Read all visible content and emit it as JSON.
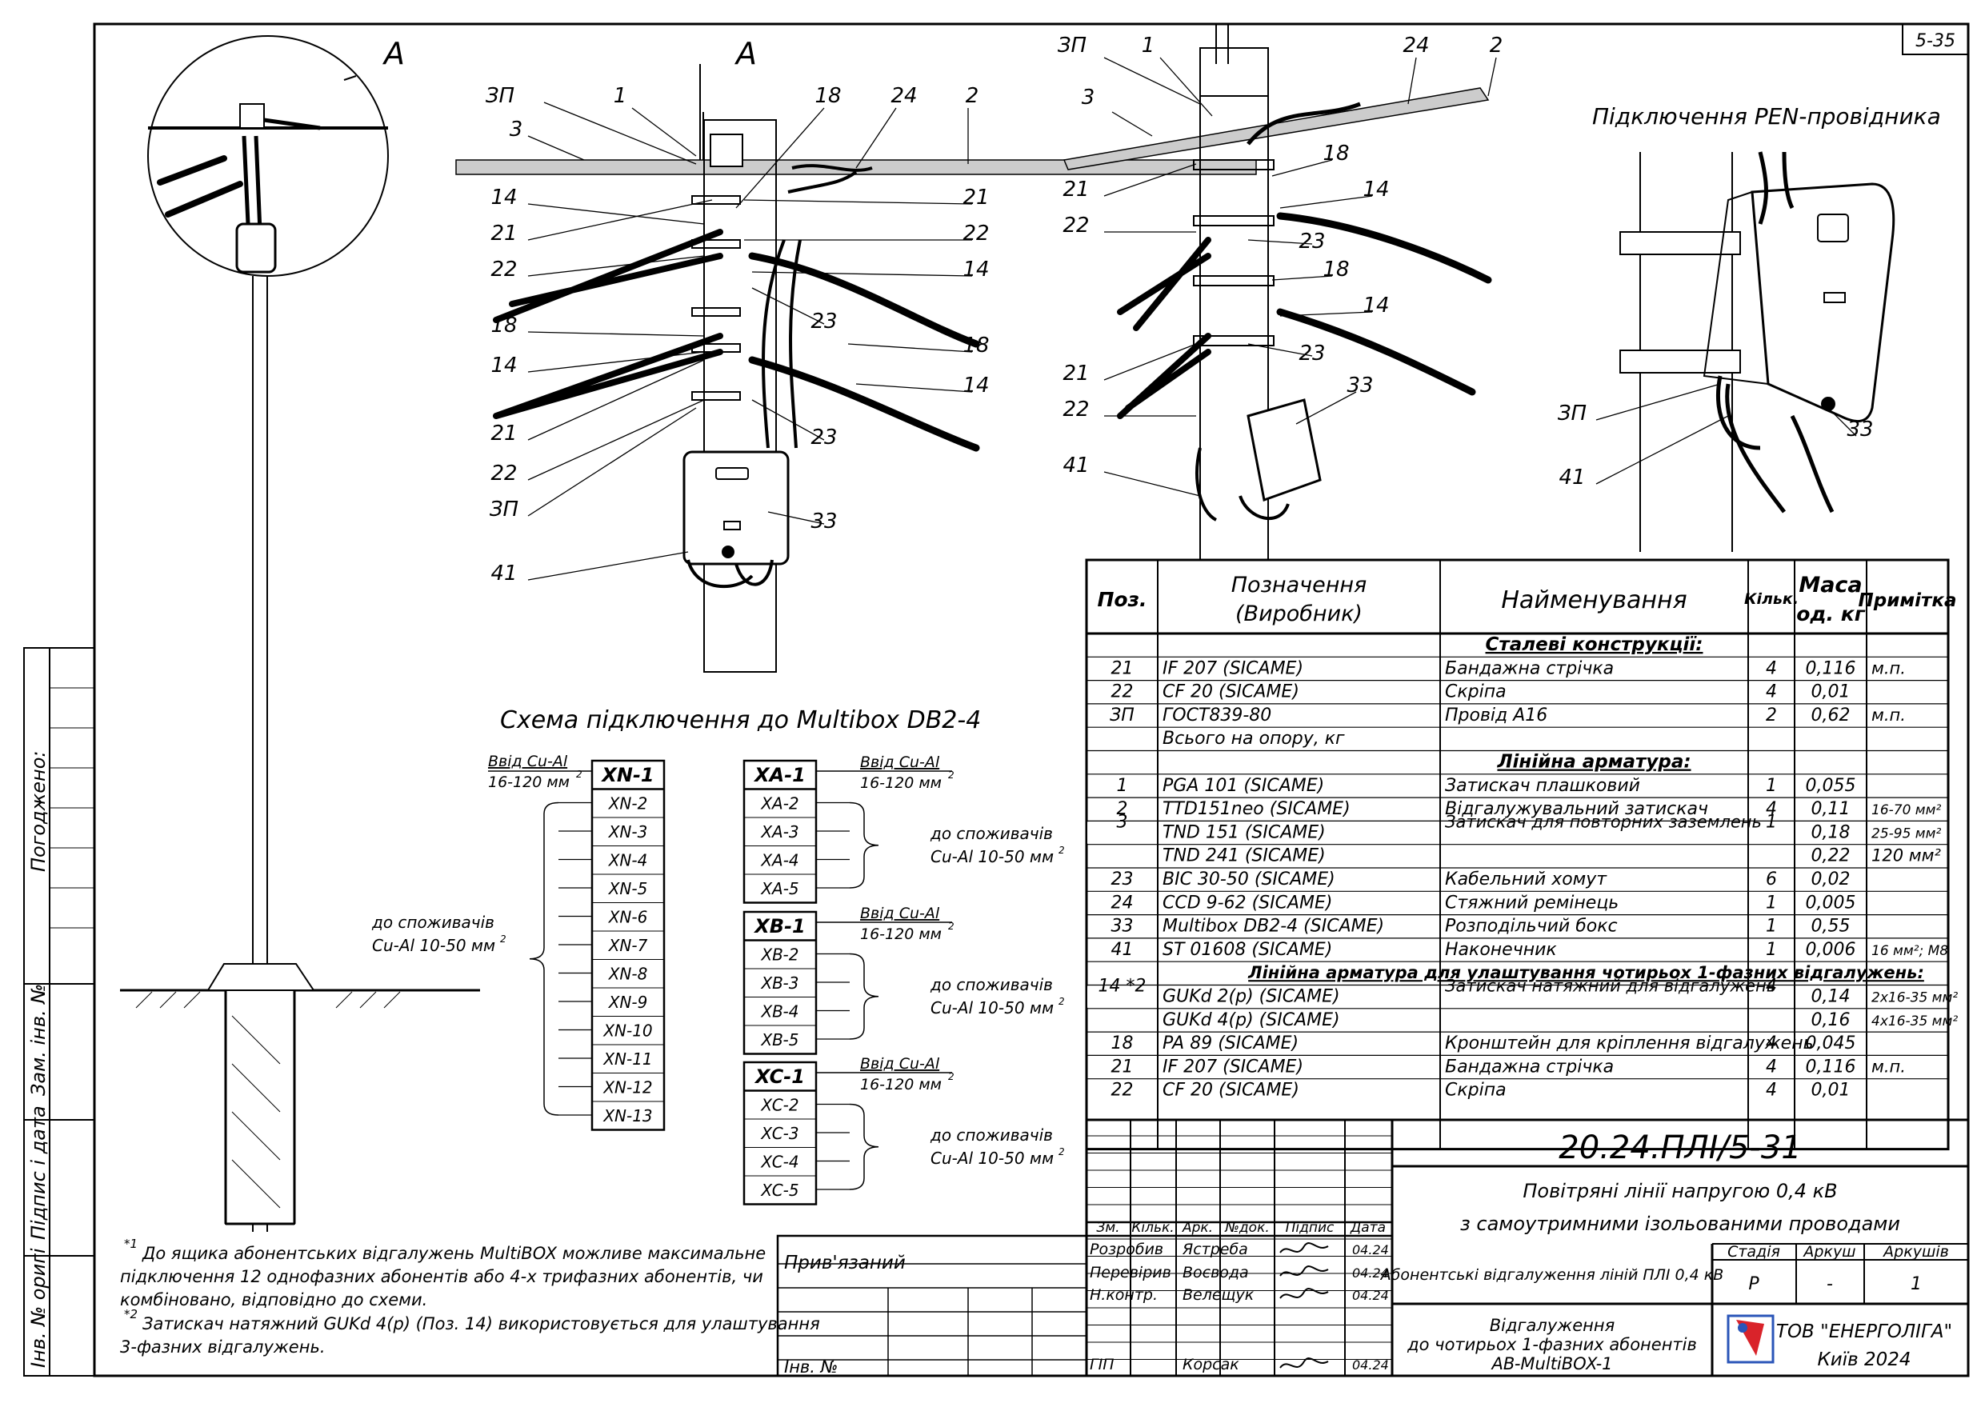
{
  "sheet_no": "5-35",
  "view_labels": {
    "a1": "А",
    "a2": "А"
  },
  "pen_title": "Підключення PEN-провідника",
  "callouts": [
    "ЗП",
    "1",
    "3",
    "18",
    "24",
    "2",
    "14",
    "21",
    "22",
    "18",
    "14",
    "21",
    "22",
    "ЗП",
    "41",
    "21",
    "22",
    "14",
    "18",
    "14",
    "23",
    "23",
    "33",
    "ЗП",
    "1",
    "3",
    "24",
    "2",
    "18",
    "21",
    "22",
    "14",
    "23",
    "18",
    "14",
    "23",
    "21",
    "22",
    "33",
    "41",
    "ЗП",
    "41",
    "33"
  ],
  "scheme": {
    "title": "Схема підключення до Multibox DB2-4",
    "input_label": "Ввід Cu-Al",
    "input_range": "16-120 мм",
    "sup2": "2",
    "xn_header": "XN-1",
    "xn_rows": [
      "XN-2",
      "XN-3",
      "XN-4",
      "XN-5",
      "XN-6",
      "XN-7",
      "XN-8",
      "XN-9",
      "XN-10",
      "XN-11",
      "XN-12",
      "XN-13"
    ],
    "xa_header": "XA-1",
    "xa_rows": [
      "XA-2",
      "XA-3",
      "XA-4",
      "XA-5"
    ],
    "xb_header": "XB-1",
    "xb_rows": [
      "XB-2",
      "XB-3",
      "XB-4",
      "XB-5"
    ],
    "xc_header": "XC-1",
    "xc_rows": [
      "XC-2",
      "XC-3",
      "XC-4",
      "XC-5"
    ],
    "consumers_1": "до споживачів",
    "consumers_2": "Cu-Al 10-50 мм"
  },
  "notes": {
    "n1_mark": "*1",
    "n1": [
      "До ящика абонентських відгалужень MultiBOX можливе максимальне",
      "підключення 12 однофазних абонентів або 4-х трифазних абонентів, чи",
      "комбіновано, відповідно до схеми."
    ],
    "n2_mark": "*2",
    "n2": [
      "Затискач натяжний GUKd 4(p) (Поз. 14) використовується для улаштування",
      "3-фазних відгалужень."
    ]
  },
  "side_labels": {
    "agreed": "Погоджено:",
    "replace_inv": "Зам. інв. №",
    "sign_date": "Підпис і дата",
    "orig_inv": "Інв. № оригі"
  },
  "bom": {
    "headers": {
      "pos": "Поз.",
      "designation_1": "Позначення",
      "designation_2": "(Виробник)",
      "name": "Найменування",
      "qty": "Кільк.",
      "mass_1": "Маса",
      "mass_2": "од. кг",
      "note": "Примітка"
    },
    "rows": [
      {
        "kind": "section",
        "text": "Сталеві конструкції:"
      },
      {
        "pos": "21",
        "des": "IF 207  (SICAME)",
        "name": "Бандажна стрічка",
        "qty": "4",
        "mass": "0,116",
        "note": "м.п."
      },
      {
        "pos": "22",
        "des": "CF 20  (SICAME)",
        "name": "Скріпа",
        "qty": "4",
        "mass": "0,01",
        "note": ""
      },
      {
        "pos": "ЗП",
        "des": "ГОСТ839-80",
        "name": "Провід А16",
        "qty": "2",
        "mass": "0,62",
        "note": "м.п."
      },
      {
        "pos": "",
        "des": "Всього на опору, кг",
        "name": "",
        "qty": "",
        "mass": "",
        "note": ""
      },
      {
        "kind": "section",
        "text": "Лінійна арматура:"
      },
      {
        "pos": "1",
        "des": "PGA 101  (SICAME)",
        "name": "Затискач плашковий",
        "qty": "1",
        "mass": "0,055",
        "note": ""
      },
      {
        "pos": "2",
        "des": "TTD151neo  (SICAME)",
        "name": "Відгалужувальний затискач",
        "qty": "4",
        "mass": "0,11",
        "note": "16-70 мм²"
      },
      {
        "pos": "",
        "des": "TND 151  (SICAME)",
        "name": "",
        "qty": "",
        "mass": "0,18",
        "note": "25-95 мм²"
      },
      {
        "pos": "",
        "des": "TND 241  (SICAME)",
        "name": "",
        "qty": "",
        "mass": "0,22",
        "note": "120 мм²"
      },
      {
        "pos": "23",
        "des": "BIC 30-50  (SICAME)",
        "name": "Кабельний хомут",
        "qty": "6",
        "mass": "0,02",
        "note": ""
      },
      {
        "pos": "24",
        "des": "CCD 9-62  (SICAME)",
        "name": "Стяжний ремінець",
        "qty": "1",
        "mass": "0,005",
        "note": ""
      },
      {
        "pos": "33",
        "des": "Multibox DB2-4  (SICAME)",
        "name": "Розподільчий бокс",
        "qty": "1",
        "mass": "0,55",
        "note": ""
      },
      {
        "pos": "41",
        "des": "ST 01608  (SICAME)",
        "name": "Наконечник",
        "qty": "1",
        "mass": "0,006",
        "note": "16 мм²; М8"
      },
      {
        "kind": "section",
        "text": "Лінійна арматура для улаштування чотирьох 1-фазних відгалужень:"
      },
      {
        "pos": "",
        "des": "GUKd 2(p)  (SICAME)",
        "name": "",
        "qty": "",
        "mass": "0,14",
        "note": "2х16-35 мм²"
      },
      {
        "pos": "",
        "des": "GUKd 4(p)  (SICAME)",
        "name": "",
        "qty": "",
        "mass": "0,16",
        "note": "4х16-35 мм²"
      },
      {
        "pos": "18",
        "des": "PA 89  (SICAME)",
        "name": "Кронштейн для кріплення відгалужень",
        "qty": "4",
        "mass": "0,045",
        "note": ""
      },
      {
        "pos": "21",
        "des": "IF 207  (SICAME)",
        "name": "Бандажна стрічка",
        "qty": "4",
        "mass": "0,116",
        "note": "м.п."
      },
      {
        "pos": "22",
        "des": "CF 20  (SICAME)",
        "name": "Скріпа",
        "qty": "4",
        "mass": "0,01",
        "note": ""
      }
    ],
    "merged": [
      {
        "pos": "3",
        "name": "Затискач для повторних заземлень",
        "qty": "1"
      },
      {
        "pos": "14 *2",
        "name": "Затискач натяжний для відгалужень",
        "qty": "4"
      }
    ]
  },
  "title_block": {
    "code": "20.24.ПЛІ/5-31",
    "title_1": "Повітряні лінії напругою 0,4 кВ",
    "title_2": "з самоутримними ізольованими проводами",
    "hdr": {
      "zm": "Зм.",
      "kilk": "Кільк.",
      "ark": "Арк.",
      "ndok": "№док.",
      "pidpys": "Підпис",
      "data": "Дата"
    },
    "people": [
      {
        "role": "Розробив",
        "name": "Ястреба",
        "date": "04.24"
      },
      {
        "role": "Перевірив",
        "name": "Воєвода",
        "date": "04.24"
      },
      {
        "role": "Н.контр.",
        "name": "Велещук",
        "date": "04.24"
      },
      {
        "role": "ГІП",
        "name": "Корсак",
        "date": "04.24"
      }
    ],
    "subject": "Абонентські відгалуження ліній ПЛІ 0,4 кВ",
    "stage_hdr": "Стадія",
    "sheet_hdr": "Аркуш",
    "sheets_hdr": "Аркушів",
    "stage": "Р",
    "sheet": "-",
    "sheets": "1",
    "drawing_1": "Відгалуження",
    "drawing_2": "до чотирьох 1-фазних абонентів",
    "drawing_3": "AB-MultiBOX-1",
    "company": "ТОВ \"ЕНЕРГОЛІГА\"",
    "city": "Київ 2024",
    "bound": "Прив'язаний",
    "inv": "Інв. №"
  }
}
